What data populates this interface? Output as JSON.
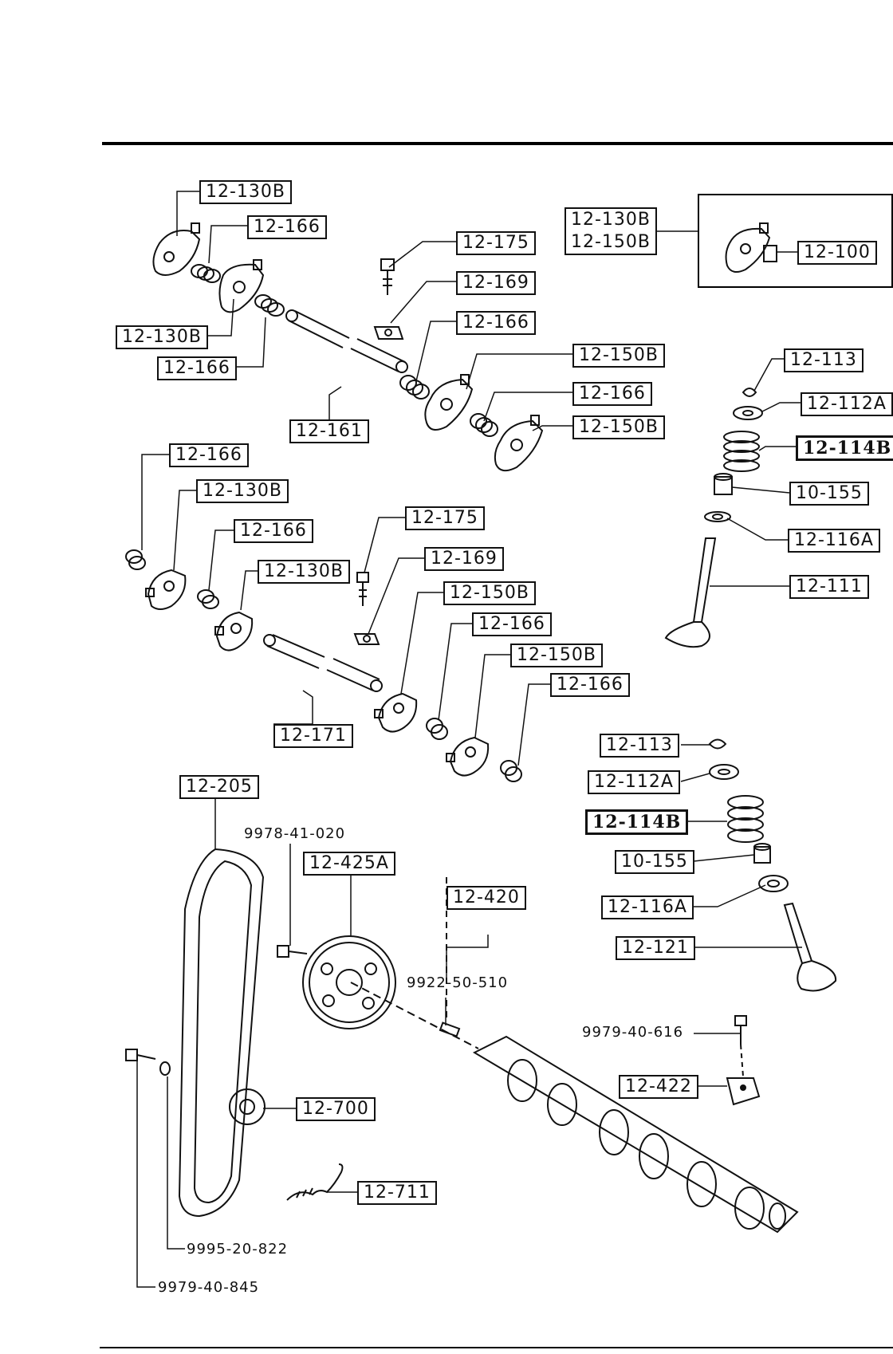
{
  "callouts": {
    "c1": "12-130B",
    "c2": "12-166",
    "c3": "12-130B",
    "c4": "12-166",
    "c5": "12-175",
    "c6": "12-169",
    "c7": "12-166",
    "c8": "12-150B",
    "c9": "12-166",
    "c10": "12-150B",
    "c11": "12-161",
    "c12a": "12-130B",
    "c12b": "12-150B",
    "c13": "12-100",
    "c14": "12-113",
    "c15": "12-112A",
    "c16": "12-114B",
    "c17": "10-155",
    "c18": "12-116A",
    "c19": "12-111",
    "c20": "12-166",
    "c21": "12-130B",
    "c22": "12-166",
    "c23": "12-130B",
    "c24": "12-175",
    "c25": "12-169",
    "c26": "12-150B",
    "c27": "12-166",
    "c28": "12-150B",
    "c29": "12-166",
    "c30": "12-171",
    "c31": "12-113",
    "c32": "12-112A",
    "c33": "12-114B",
    "c34": "10-155",
    "c35": "12-116A",
    "c36": "12-121",
    "c37": "12-205",
    "c38": "12-425A",
    "c39": "12-420",
    "c40": "12-700",
    "c41": "12-711",
    "c42": "12-422"
  },
  "part_numbers": {
    "p1": "9978-41-020",
    "p2": "9922-50-510",
    "p3": "9979-40-616",
    "p4": "9995-20-822",
    "p5": "9979-40-845"
  }
}
